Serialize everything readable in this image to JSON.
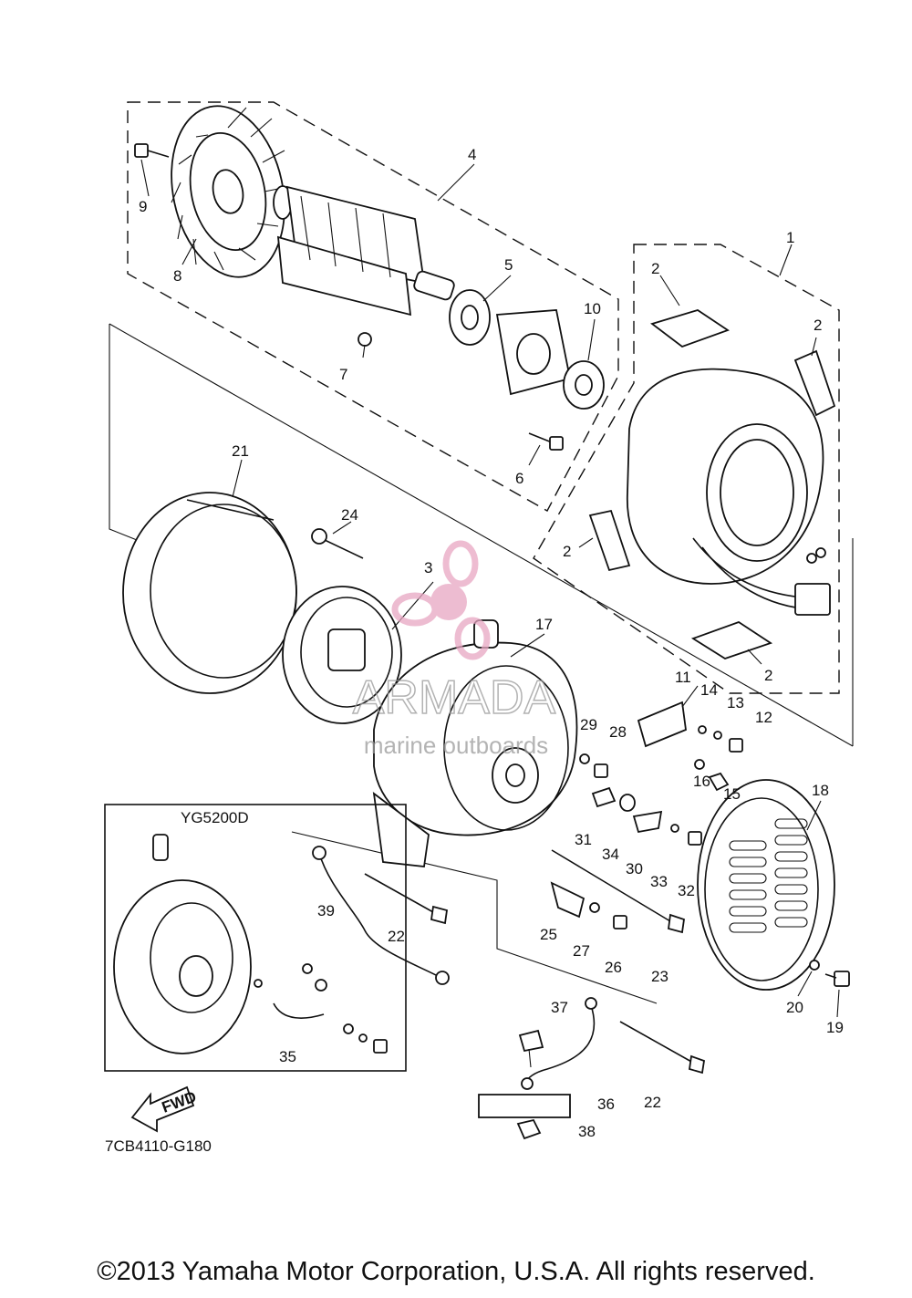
{
  "diagram": {
    "callouts": [
      "1",
      "2",
      "3",
      "4",
      "5",
      "6",
      "7",
      "8",
      "9",
      "10",
      "11",
      "12",
      "13",
      "14",
      "15",
      "16",
      "17",
      "18",
      "19",
      "20",
      "21",
      "22",
      "23",
      "24",
      "25",
      "26",
      "27",
      "28",
      "29",
      "30",
      "31",
      "32",
      "33",
      "34",
      "35",
      "36",
      "37",
      "38",
      "39"
    ],
    "inset_title": "YG5200D",
    "fwd_label": "FWD",
    "drawing_code": "7CB4110-G180"
  },
  "watermark": {
    "brand": "ARMADA",
    "tagline": "marine outboards",
    "color": "#e8a6c2"
  },
  "footer": {
    "copyright": "©2013 Yamaha Motor Corporation, U.S.A. All rights reserved."
  }
}
